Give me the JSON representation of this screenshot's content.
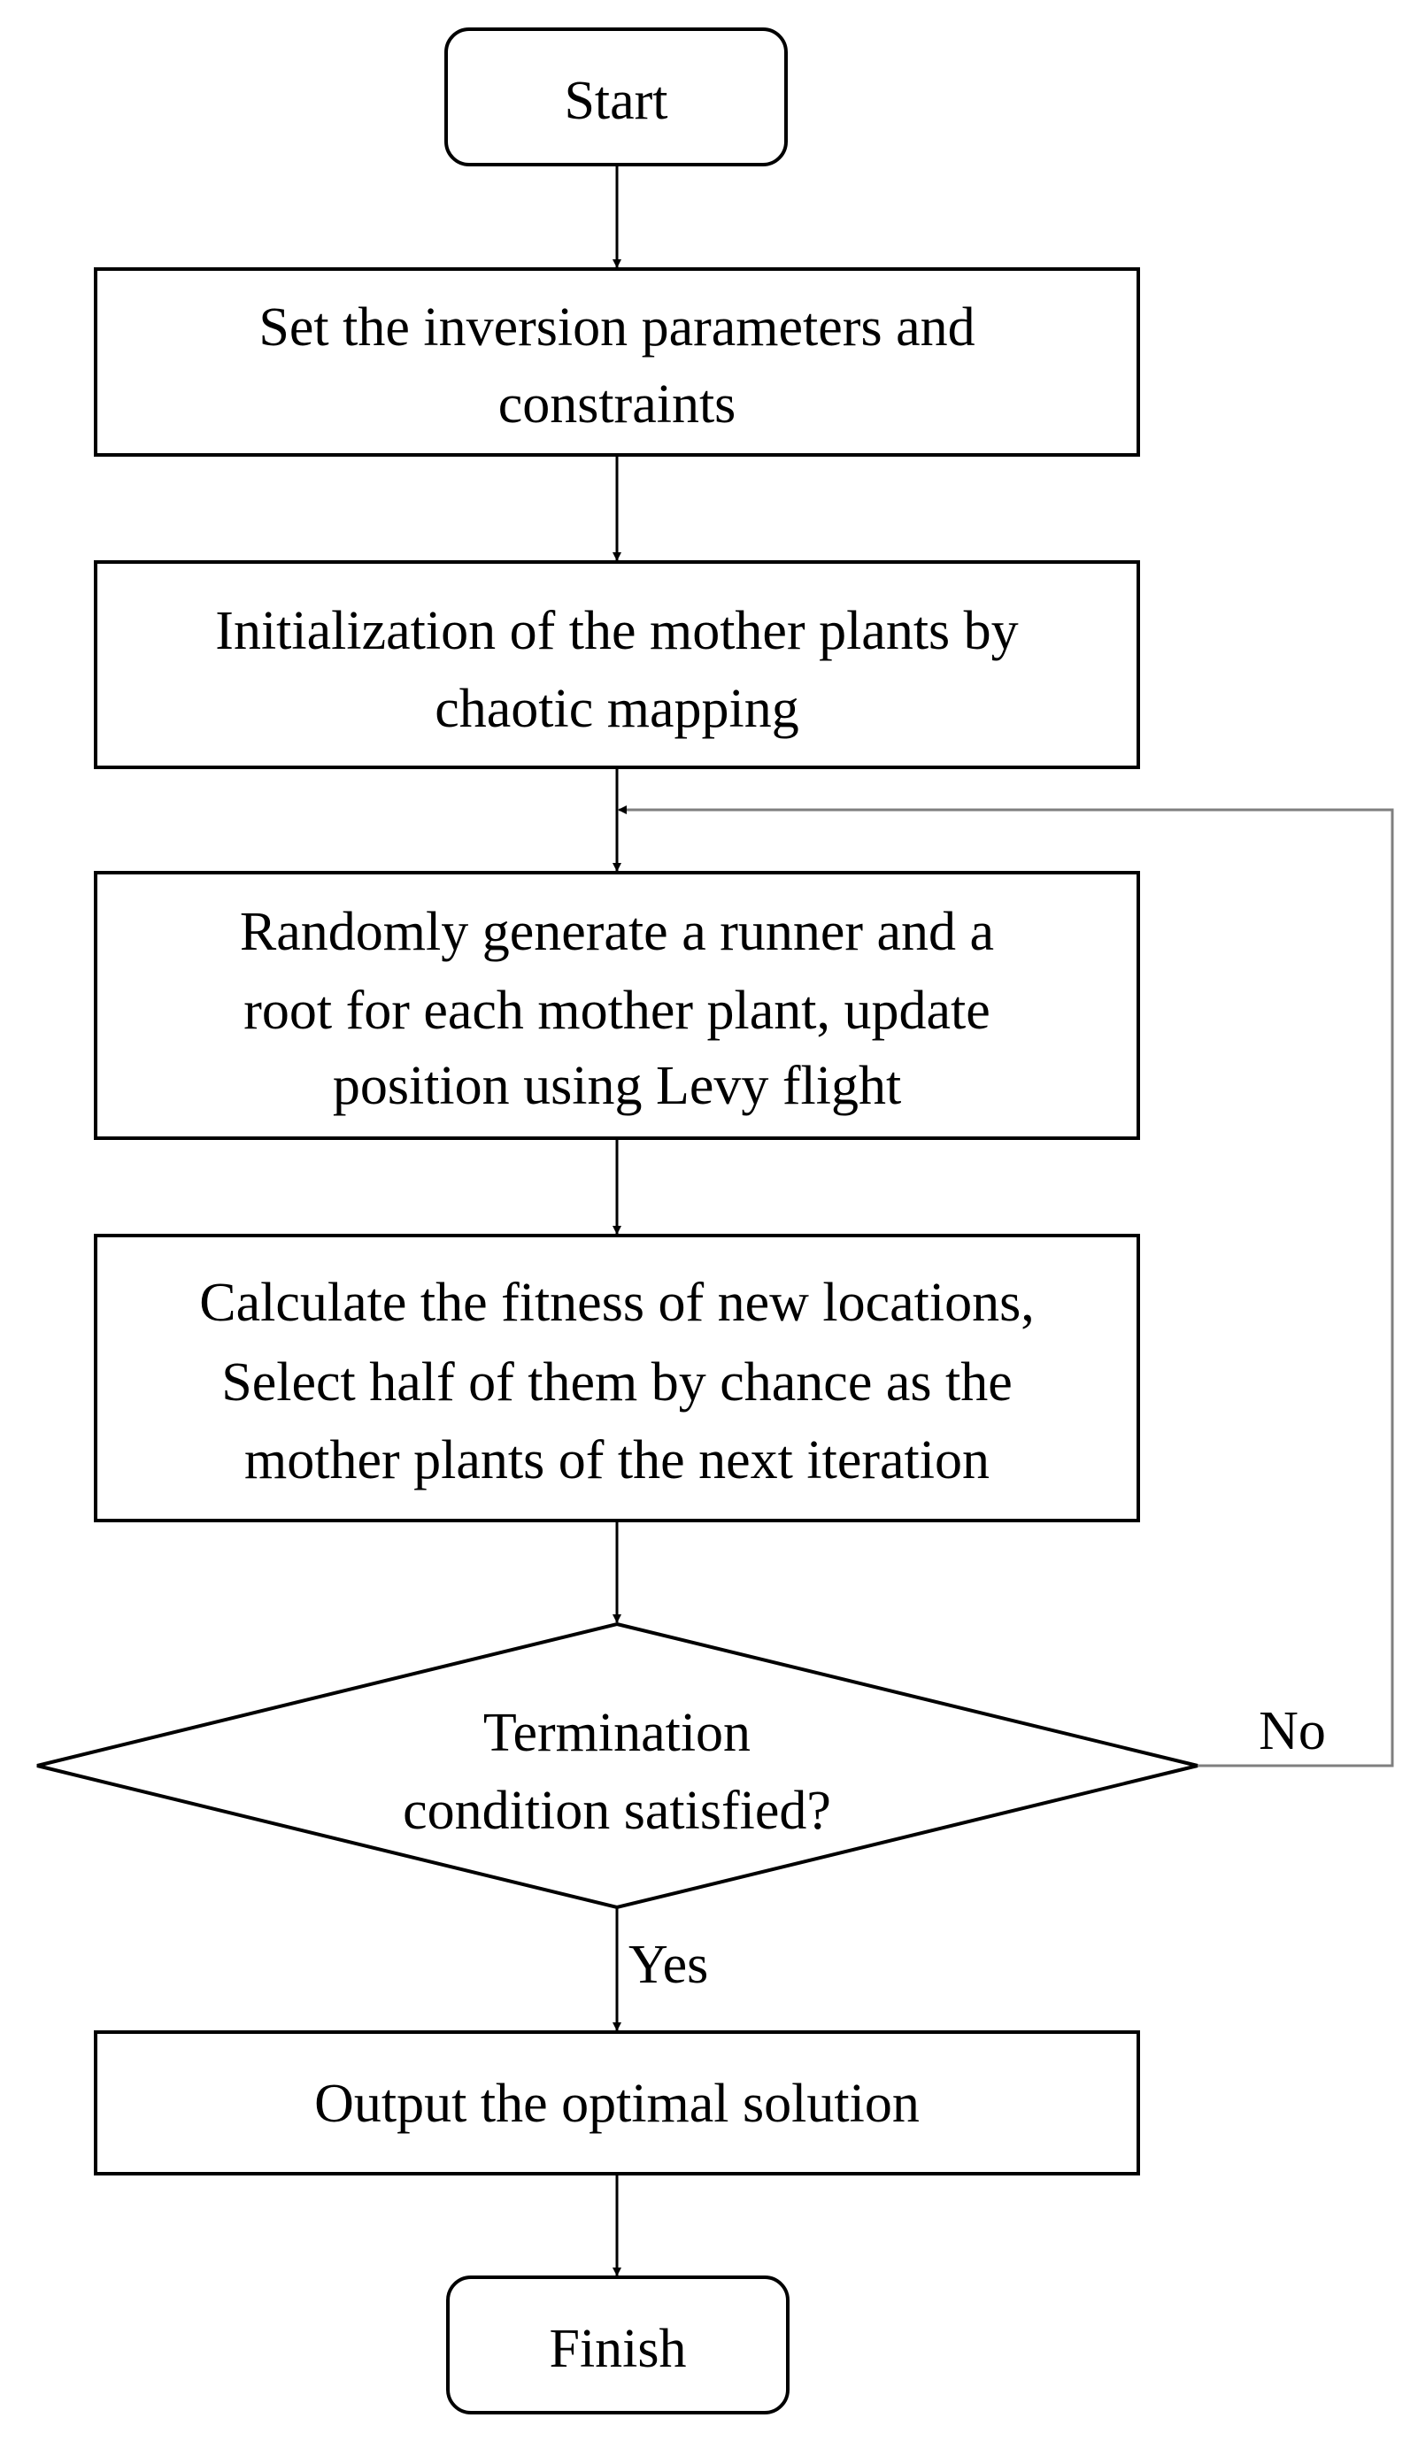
{
  "colors": {
    "stroke": "#000000",
    "loop_line": "#7f7f7f",
    "background": "#ffffff"
  },
  "nodes": {
    "start": {
      "text": "Start"
    },
    "set_params": {
      "lines": [
        "Set the inversion parameters and",
        "constraints"
      ]
    },
    "initialize": {
      "lines": [
        "Initialization of the mother plants by",
        "chaotic mapping"
      ]
    },
    "generate": {
      "lines": [
        "Randomly generate a runner and a",
        "root for each mother plant, update",
        "position using Levy flight"
      ]
    },
    "calculate": {
      "lines": [
        "Calculate the fitness of new locations,",
        "Select half of them by chance as the",
        "mother plants of the next iteration"
      ]
    },
    "termination": {
      "lines": [
        "Termination",
        "condition satisfied?"
      ]
    },
    "output": {
      "text": "Output the optimal solution"
    },
    "finish": {
      "text": "Finish"
    }
  },
  "edge_labels": {
    "no": "No",
    "yes": "Yes"
  }
}
